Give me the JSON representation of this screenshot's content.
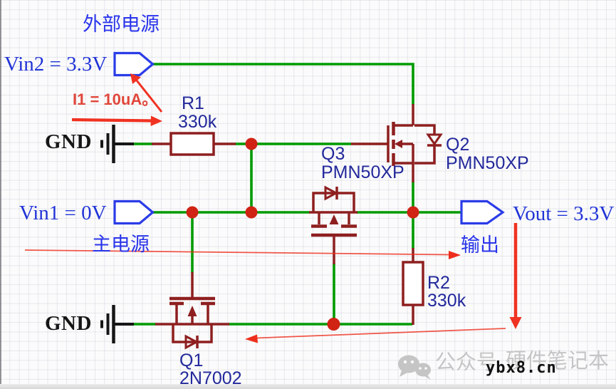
{
  "annotations": {
    "external_power": "外部电源",
    "main_power": "主电源",
    "output": "输出",
    "current_note": "I1 = 10uA。"
  },
  "ports": {
    "vin2": {
      "label": "Vin2 = 3.3V"
    },
    "vin1": {
      "label": "Vin1 = 0V"
    },
    "vout": {
      "label": "Vout = 3.3V"
    }
  },
  "gnd": {
    "label": "GND"
  },
  "components": {
    "r1": {
      "ref": "R1",
      "value": "330k"
    },
    "r2": {
      "ref": "R2",
      "value": "330k"
    },
    "q1": {
      "ref": "Q1",
      "value": "2N7002"
    },
    "q2": {
      "ref": "Q2",
      "value": "PMN50XP"
    },
    "q3": {
      "ref": "Q3",
      "value": "PMN50XP"
    }
  },
  "watermark": {
    "platform": "公众号",
    "name": "硬件笔记本",
    "site": "ybx8.cn"
  },
  "colors": {
    "wire": "#009b00",
    "component": "#8e1f1f",
    "junction": "#d02314",
    "port_outline": "#2b3ce8",
    "annotation_red": "#ee2e1d",
    "ref_blue": "#23299b",
    "net_blue": "#2134d6",
    "cn_blue": "#2a35ea"
  }
}
